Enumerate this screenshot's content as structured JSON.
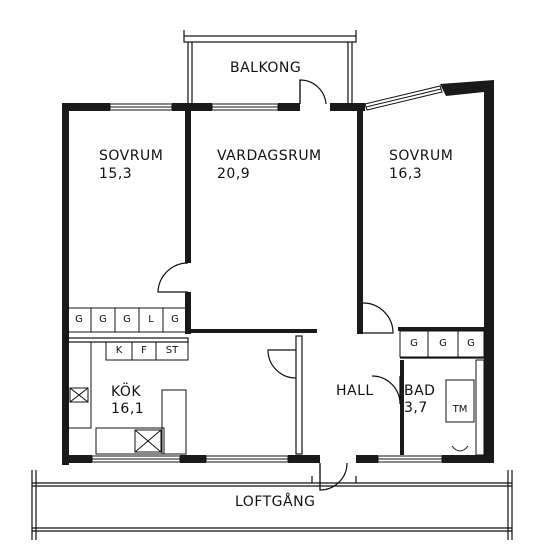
{
  "rooms": {
    "balkong": {
      "label": "BALKONG"
    },
    "sovrum_left": {
      "label": "SOVRUM",
      "area": "15,3"
    },
    "vardagsrum": {
      "label": "VARDAGSRUM",
      "area": "20,9"
    },
    "sovrum_right": {
      "label": "SOVRUM",
      "area": "16,3"
    },
    "kok": {
      "label": "KÖK",
      "area": "16,1"
    },
    "hall": {
      "label": "HALL"
    },
    "bad": {
      "label": "BAD",
      "area": "3,7"
    },
    "loftgang": {
      "label": "LOFTGÅNG"
    }
  },
  "fixtures": {
    "kitchen_cabinets": [
      "G",
      "G",
      "G",
      "L",
      "G"
    ],
    "kitchen_appliances": [
      "K",
      "F",
      "ST"
    ],
    "hall_cabinets": [
      "G",
      "G",
      "G"
    ],
    "washer": "TM"
  }
}
